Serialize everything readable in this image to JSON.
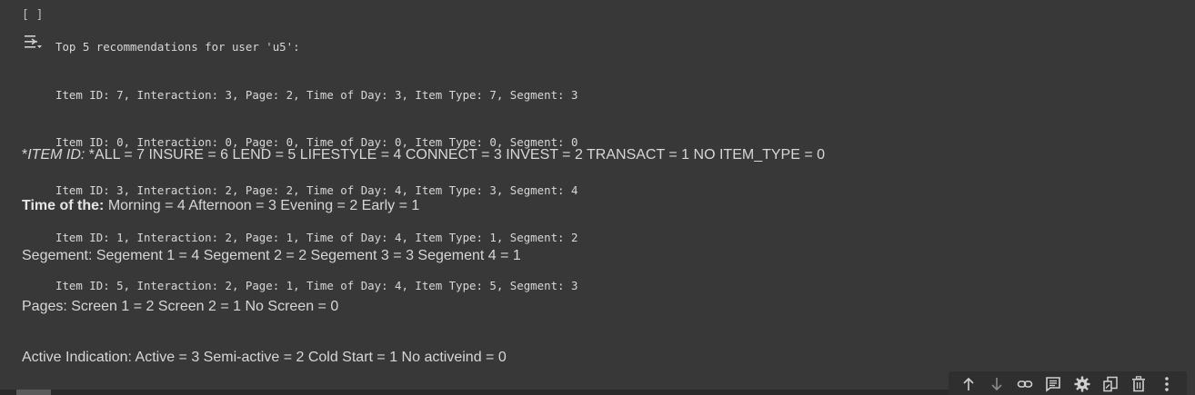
{
  "run_indicator": "[ ]",
  "output": {
    "lines": [
      "Top 5 recommendations for user 'u5':",
      "Item ID: 7, Interaction: 3, Page: 2, Time of Day: 3, Item Type: 7, Segment: 3",
      "Item ID: 0, Interaction: 0, Page: 0, Time of Day: 0, Item Type: 0, Segment: 0",
      "Item ID: 3, Interaction: 2, Page: 2, Time of Day: 4, Item Type: 3, Segment: 4",
      "Item ID: 1, Interaction: 2, Page: 1, Time of Day: 4, Item Type: 1, Segment: 2",
      "Item ID: 5, Interaction: 2, Page: 1, Time of Day: 4, Item Type: 5, Segment: 3"
    ]
  },
  "markdown": {
    "item": {
      "prefix": "*",
      "label": "ITEM ID: ",
      "text": "*ALL = 7 INSURE = 6 LEND = 5 LIFESTYLE = 4 CONNECT = 3 INVEST = 2 TRANSACT = 1 NO ITEM_TYPE = 0"
    },
    "time": {
      "label": "Time of the:",
      "text": " Morning = 4 Afternoon = 3 Evening = 2 Early = 1"
    },
    "segment": "Segement: Segement 1 = 4 Segement 2 = 2 Segement 3 = 3 Segement 4 = 1",
    "pages": "Pages: Screen 1 = 2 Screen 2 = 1 No Screen = 0",
    "active": "Active Indication: Active = 3 Semi-active = 2 Cold Start = 1 No activeind = 0"
  },
  "toolbar": {
    "icons": [
      "arrow-up-icon",
      "arrow-down-icon",
      "link-icon",
      "comment-icon",
      "gear-icon",
      "mirror-cell-icon",
      "trash-icon",
      "more-vert-icon"
    ]
  }
}
